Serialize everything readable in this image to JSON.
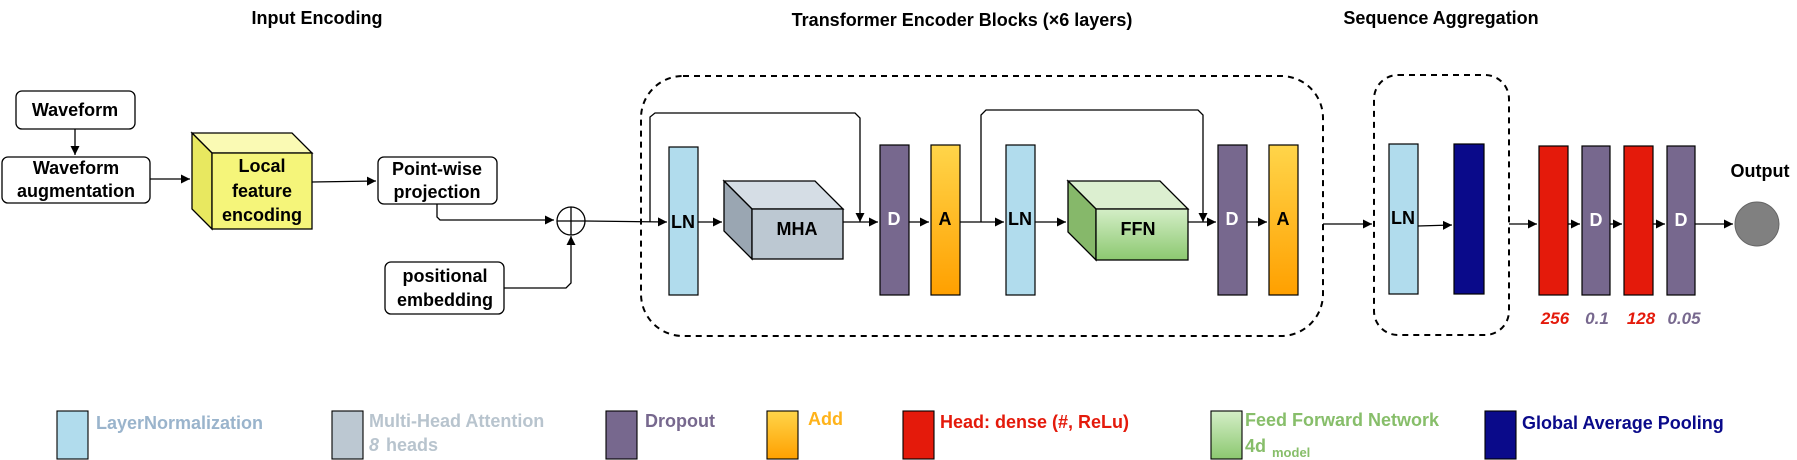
{
  "sections": {
    "input": "Input Encoding",
    "transformer": "Transformer Encoder Blocks (×6 layers)",
    "aggregation": "Sequence Aggregation"
  },
  "nodes": {
    "waveform": "Waveform",
    "augmentation": [
      "Waveform",
      "augmentation"
    ],
    "local_feature": [
      "Local",
      "feature",
      "encoding"
    ],
    "pointwise": [
      "Point-wise",
      "projection"
    ],
    "positional": [
      "positional",
      "embedding"
    ],
    "ln": "LN",
    "mha": "MHA",
    "ffn": "FFN",
    "dropout": "D",
    "add": "A",
    "output": "Output"
  },
  "head_values": [
    "256",
    "0.1",
    "128",
    "0.05"
  ],
  "legend": {
    "layernorm": "LayerNormalization",
    "mha": "Multi-Head Attention",
    "mha_heads_num": "8",
    "mha_heads_word": "heads",
    "dropout": "Dropout",
    "add": "Add",
    "head": "Head: dense (#, ReLu)",
    "ffn": "Feed Forward Network",
    "ffn_dim": "4d",
    "ffn_sub": "model",
    "gap": "Global Average Pooling"
  },
  "colors": {
    "layernorm": "#b1dced",
    "mha": "#bcc8d2",
    "dropout": "#77688e",
    "add": "#ffb31a",
    "head": "#e41a0b",
    "ffn": "#a6d48e",
    "gap": "#0a0a8a",
    "local_feature": "#f5f57a",
    "output": "#808080"
  }
}
